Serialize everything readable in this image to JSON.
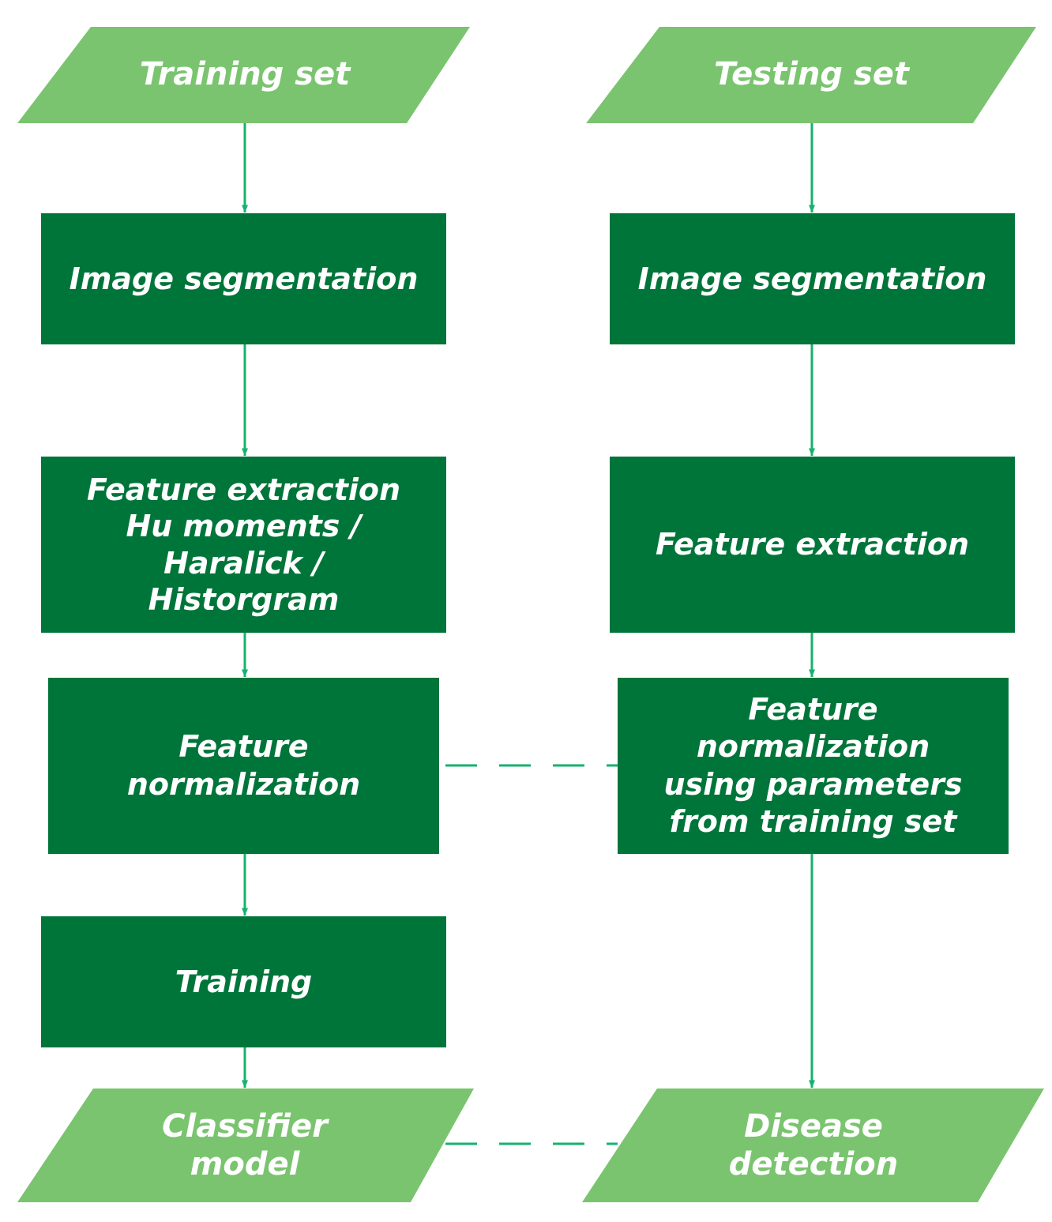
{
  "colors": {
    "process_box": "#00753A",
    "io_parallelogram": "#7AC46F",
    "connector": "#16B26E"
  },
  "training_flow": {
    "input": "Training set",
    "segmentation": "Image segmentation",
    "feature_extraction": "Feature extraction\nHu moments /\nHaralick /\nHistorgram",
    "normalization": "Feature\nnormalization",
    "training": "Training",
    "output": "Classifier\nmodel"
  },
  "testing_flow": {
    "input": "Testing set",
    "segmentation": "Image segmentation",
    "feature_extraction": "Feature extraction",
    "normalization": "Feature\nnormalization\nusing parameters\nfrom training set",
    "output": "Disease\ndetection"
  }
}
